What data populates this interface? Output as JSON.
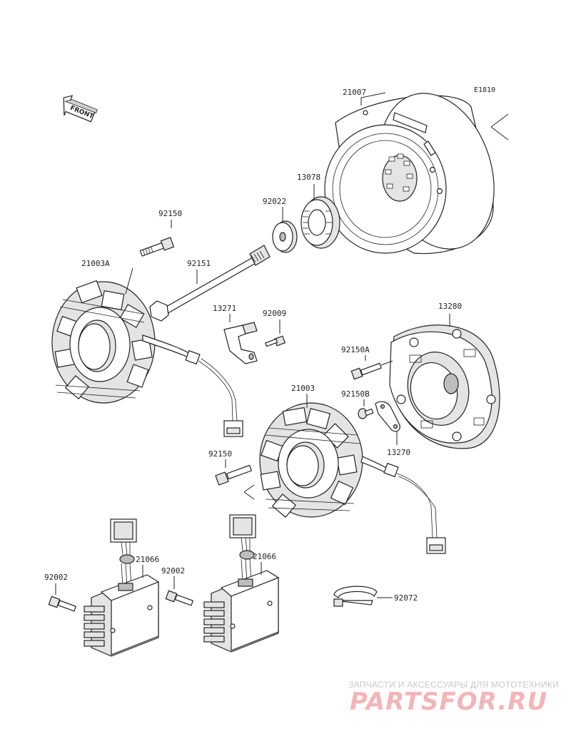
{
  "diagram_code": "E1810",
  "front_label": "FRONT",
  "parts": {
    "flywheel": "21007",
    "starter_gear": "13078",
    "washer": "92022",
    "bolt_upper": "92150",
    "long_bolt": "92151",
    "stator_left": "21003A",
    "bracket": "13271",
    "screw": "92009",
    "cover": "13280",
    "bolt_cover": "92150A",
    "screw_cover": "92150B",
    "stator_right": "21003",
    "plate": "13270",
    "bolt_lower": "92150",
    "regulator_left": "21066",
    "regulator_right": "21066",
    "bolt_reg_left": "92002",
    "bolt_reg_right": "92002",
    "clamp": "92072"
  },
  "watermark": {
    "tagline": "ЗАПЧАСТИ И АКСЕССУАРЫ ДЛЯ МОТОТЕХНИКИ",
    "logo": "PARTSFOR.RU"
  }
}
